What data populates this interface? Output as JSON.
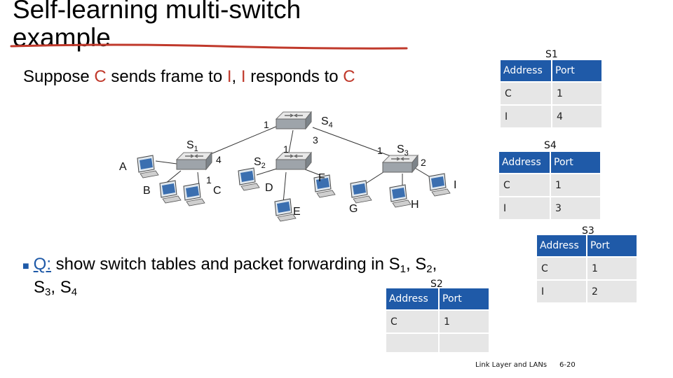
{
  "title": "Self-learning multi-switch example",
  "subtitle": {
    "before_c": "Suppose ",
    "c": "C",
    "middle_1": " sends frame to ",
    "i1": "I",
    "middle_2": ", ",
    "i2": "I",
    "middle_3": " responds to ",
    "c2": "C"
  },
  "question": {
    "q": "Q:",
    "text_a": " show switch tables and packet forwarding in S",
    "sub1": "1",
    "comma1": ", S",
    "sub2": "2",
    "comma2": ",",
    "line2_a": "S",
    "sub3": "3",
    "line2_b": ", S",
    "sub4": "4"
  },
  "diagram": {
    "switches": [
      {
        "name": "S",
        "sub": "1"
      },
      {
        "name": "S",
        "sub": "2"
      },
      {
        "name": "S",
        "sub": "3"
      },
      {
        "name": "S",
        "sub": "4"
      }
    ],
    "hosts": [
      "A",
      "B",
      "C",
      "D",
      "E",
      "F",
      "G",
      "H",
      "I"
    ],
    "ports": {
      "s1_to_s4": "4",
      "s1_to_c": "1",
      "s4_to_s1": "1",
      "s4_to_s2": "3",
      "s2_to_s4": "1",
      "s3_to_s4": "1",
      "s3_to_i": "2"
    }
  },
  "tables": {
    "s1": {
      "caption": "S1",
      "headers": [
        "Address",
        "Port"
      ],
      "rows": [
        [
          "C",
          "1"
        ],
        [
          "I",
          "4"
        ]
      ]
    },
    "s4": {
      "caption": "S4",
      "headers": [
        "Address",
        "Port"
      ],
      "rows": [
        [
          "C",
          "1"
        ],
        [
          "I",
          "3"
        ]
      ]
    },
    "s3": {
      "caption": "S3",
      "headers": [
        "Address",
        "Port"
      ],
      "rows": [
        [
          "C",
          "1"
        ],
        [
          "I",
          "2"
        ]
      ]
    },
    "s2": {
      "caption": "S2",
      "headers": [
        "Address",
        "Port"
      ],
      "rows": [
        [
          "C",
          "1"
        ],
        [
          "",
          ""
        ]
      ]
    }
  },
  "footer": {
    "label": "Link Layer and LANs",
    "page": "6-20"
  },
  "colors": {
    "accent_red": "#c0392b",
    "header_blue": "#1f5aa8",
    "cell_gray": "#e6e6e6"
  }
}
